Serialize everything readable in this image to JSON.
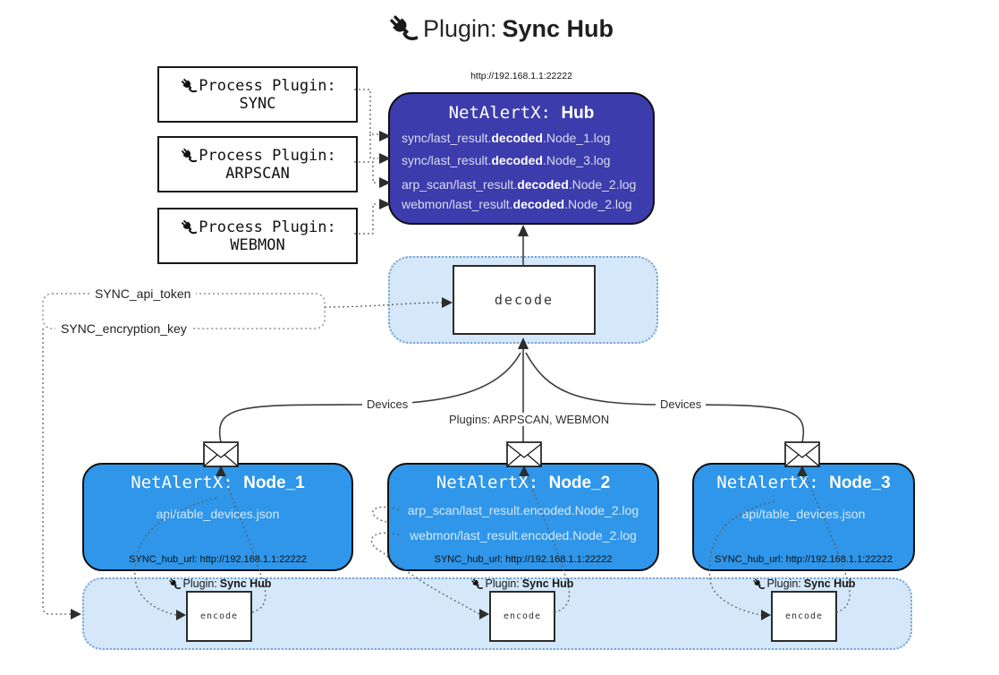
{
  "title": {
    "prefix": "Plugin: ",
    "name": "Sync Hub"
  },
  "colors": {
    "hub_fill": "#3c3cad",
    "node_fill": "#2f96e9",
    "panel_fill": "#d4e8fa",
    "panel_border": "#76a3cf",
    "border": "#101010"
  },
  "process_plugins": [
    {
      "label": "Process Plugin:",
      "name": "SYNC"
    },
    {
      "label": "Process Plugin:",
      "name": "ARPSCAN"
    },
    {
      "label": "Process Plugin:",
      "name": "WEBMON"
    }
  ],
  "hub": {
    "url": "http://192.168.1.1:22222",
    "title_prefix": "NetAlertX: ",
    "title_name": "Hub",
    "logs": [
      {
        "pre": "sync/last_result.",
        "bold": "decoded",
        "post": ".Node_1.log"
      },
      {
        "pre": "sync/last_result.",
        "bold": "decoded",
        "post": ".Node_3.log"
      },
      {
        "pre": "arp_scan/last_result.",
        "bold": "decoded",
        "post": ".Node_2.log"
      },
      {
        "pre": "webmon/last_result.",
        "bold": "decoded",
        "post": ".Node_2.log"
      }
    ]
  },
  "decode_box": {
    "label": "decode"
  },
  "config": {
    "api_token": "SYNC_api_token",
    "encryption_key": "SYNC_encryption_key"
  },
  "edge_labels": {
    "devices_left": "Devices",
    "devices_right": "Devices",
    "plugins": "Plugins: ARPSCAN, WEBMON"
  },
  "nodes": [
    {
      "title_prefix": "NetAlertX: ",
      "title_name": "Node_1",
      "lines": [
        "api/table_devices.json"
      ],
      "hub_url": "SYNC_hub_url: http://192.168.1.1:22222"
    },
    {
      "title_prefix": "NetAlertX: ",
      "title_name": "Node_2",
      "lines": [
        "arp_scan/last_result.encoded.Node_2.log",
        "webmon/last_result.encoded.Node_2.log"
      ],
      "hub_url": "SYNC_hub_url: http://192.168.1.1:22222"
    },
    {
      "title_prefix": "NetAlertX: ",
      "title_name": "Node_3",
      "lines": [
        "api/table_devices.json"
      ],
      "hub_url": "SYNC_hub_url: http://192.168.1.1:22222"
    }
  ],
  "encoders": [
    {
      "label_prefix": "Plugin: ",
      "label_name": "Sync Hub",
      "box_label": "encode"
    },
    {
      "label_prefix": "Plugin: ",
      "label_name": "Sync Hub",
      "box_label": "encode"
    },
    {
      "label_prefix": "Plugin: ",
      "label_name": "Sync Hub",
      "box_label": "encode"
    }
  ]
}
